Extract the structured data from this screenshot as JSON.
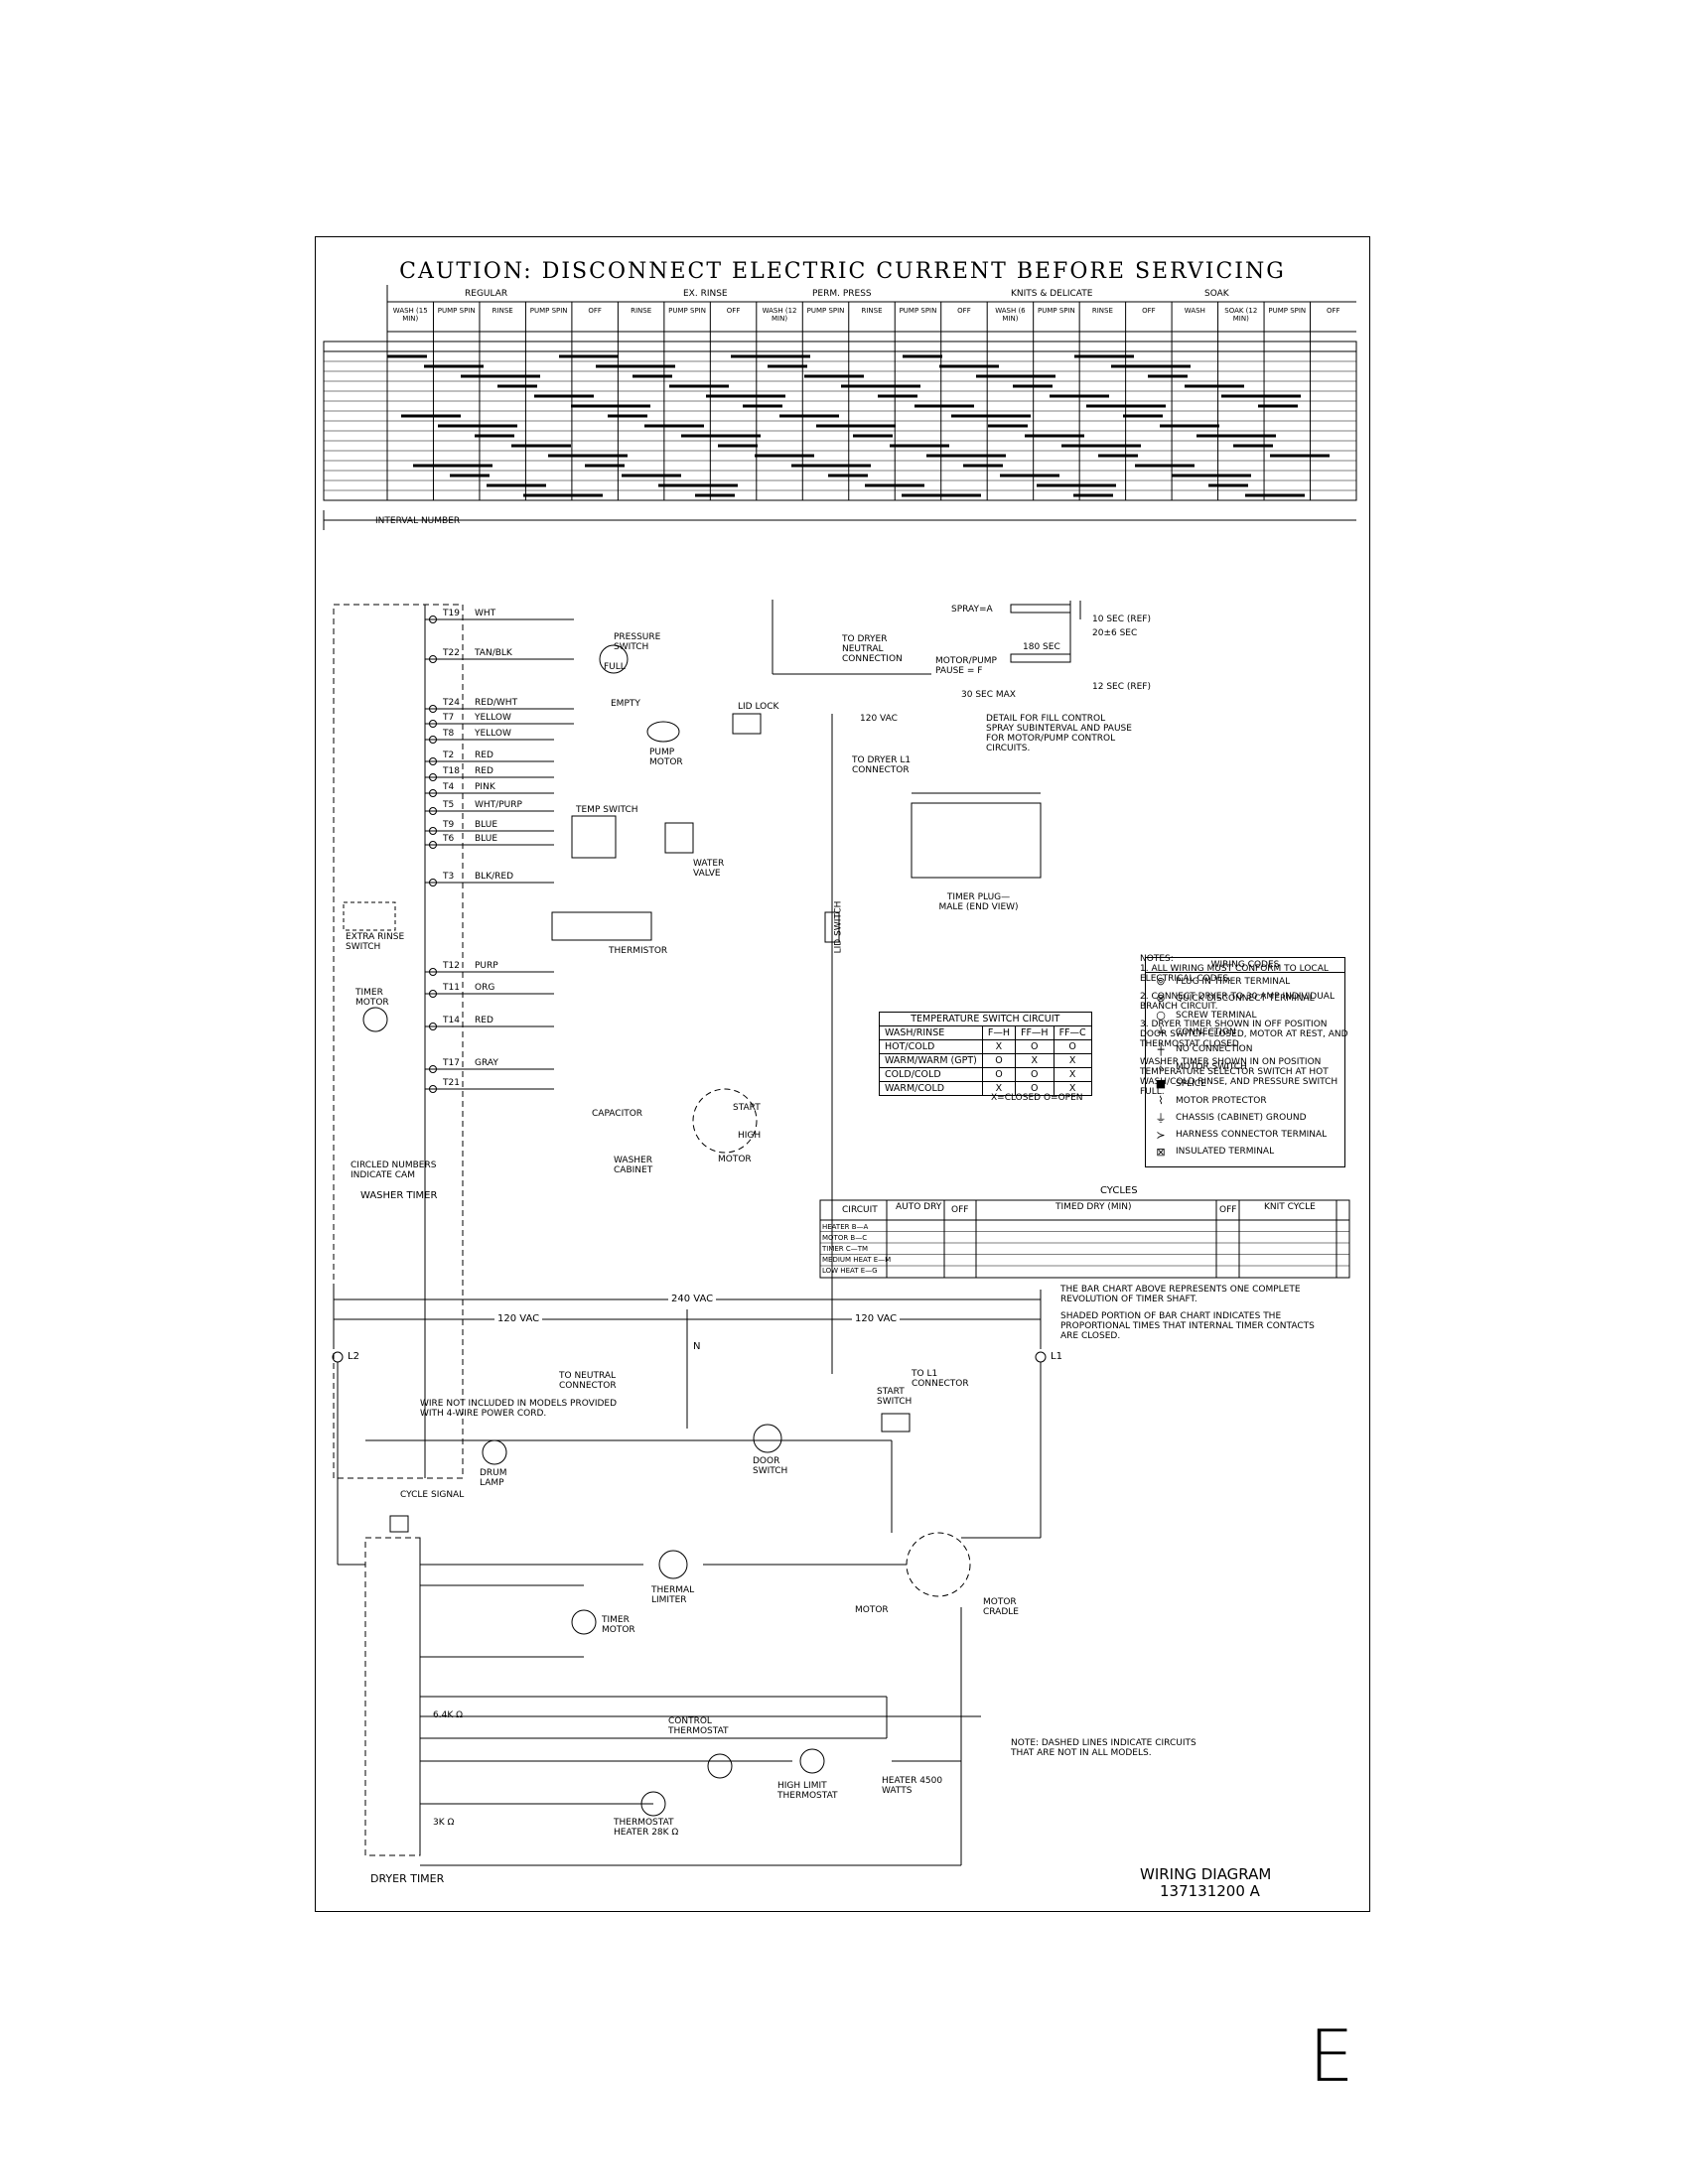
{
  "caution": "CAUTION: DISCONNECT ELECTRIC CURRENT BEFORE SERVICING",
  "washer_chart": {
    "groups": [
      "REGULAR",
      "EX. RINSE",
      "PERM. PRESS",
      "KNITS & DELICATE",
      "SOAK"
    ],
    "steps": [
      "WASH (15 MIN)",
      "PUMP SPIN",
      "RINSE",
      "PUMP SPIN",
      "OFF",
      "RINSE",
      "PUMP SPIN",
      "OFF",
      "WASH (12 MIN)",
      "PUMP SPIN",
      "RINSE",
      "PUMP SPIN",
      "OFF",
      "WASH (6 MIN)",
      "PUMP SPIN",
      "RINSE",
      "OFF",
      "WASH",
      "SOAK (12 MIN)",
      "PUMP SPIN",
      "OFF"
    ],
    "interval_label": "INTERVAL NUMBER"
  },
  "spray_detail": {
    "spray": "SPRAY=A",
    "motor_pump": "MOTOR/PUMP PAUSE = F",
    "t10": "10 SEC (REF)",
    "t20": "20±6 SEC",
    "t180": "180 SEC",
    "t30": "30 SEC MAX",
    "t12": "12 SEC (REF)",
    "caption": "DETAIL FOR FILL CONTROL SPRAY SUBINTERVAL AND PAUSE FOR MOTOR/PUMP CONTROL CIRCUITS."
  },
  "wiring_codes": {
    "title": "WIRING CODES",
    "items": [
      "PLUG IN TIMER TERMINAL",
      "QUICK DISCONNECT TERMINAL",
      "SCREW TERMINAL",
      "CONNECTION",
      "NO CONNECTION",
      "MOTOR SWITCH",
      "SPLICE",
      "MOTOR PROTECTOR",
      "CHASSIS (CABINET) GROUND",
      "HARNESS CONNECTOR TERMINAL",
      "INSULATED TERMINAL"
    ]
  },
  "timer_plug": "TIMER PLUG—MALE (END VIEW)",
  "notes": {
    "head": "NOTES:",
    "n1": "1. ALL WIRING MUST CONFORM TO LOCAL ELECTRICAL CODES.",
    "n2": "2. CONNECT DRYER TO 30 AMP INDIVIDUAL BRANCH CIRCUIT.",
    "n3": "3. DRYER TIMER SHOWN IN OFF POSITION DOOR SWITCH CLOSED, MOTOR AT REST, AND THERMOSTAT CLOSED.",
    "n4": "WASHER TIMER SHOWN IN ON POSITION TEMPERATURE SELECTOR SWITCH AT HOT WASH/COLD RINSE, AND PRESSURE SWITCH FULL."
  },
  "temp_switch": {
    "title": "TEMPERATURE SWITCH CIRCUIT",
    "headers": [
      "WASH/RINSE",
      "F—H",
      "FF—H",
      "FF—C"
    ],
    "rows": [
      [
        "HOT/COLD",
        "X",
        "O",
        "O"
      ],
      [
        "WARM/WARM (GPT)",
        "O",
        "X",
        "X"
      ],
      [
        "COLD/COLD",
        "O",
        "O",
        "X"
      ],
      [
        "WARM/COLD",
        "X",
        "O",
        "X"
      ]
    ],
    "legend": "X=CLOSED     O=OPEN"
  },
  "cycles": {
    "title": "CYCLES",
    "circuit": "CIRCUIT",
    "auto_dry": "AUTO DRY",
    "timed_dry": "TIMED DRY (MIN)",
    "knit": "KNIT CYCLE",
    "off": "OFF",
    "rows": [
      "HEATER  B—A",
      "MOTOR  B—C",
      "TIMER  C—TM",
      "MEDIUM HEAT  E—M",
      "LOW HEAT  E—G"
    ]
  },
  "bar_chart_note1": "THE BAR CHART ABOVE REPRESENTS ONE COMPLETE REVOLUTION OF TIMER SHAFT.",
  "bar_chart_note2": "SHADED PORTION OF BAR CHART INDICATES THE PROPORTIONAL TIMES THAT INTERNAL TIMER CONTACTS ARE CLOSED.",
  "washer": {
    "terminals": [
      "T19",
      "T22",
      "T24",
      "T7",
      "T8",
      "T2",
      "T18",
      "T4",
      "T5",
      "T9",
      "T6",
      "T3",
      "T12",
      "T11",
      "T14",
      "T17",
      "T21"
    ],
    "wires": [
      "WHT",
      "TAN/BLK",
      "RED/WHT",
      "YELLOW",
      "YELLOW",
      "RED",
      "RED",
      "PINK",
      "WHT/PURP",
      "BLUE",
      "BLUE",
      "BLK/RED",
      "PURP",
      "ORG",
      "RED",
      "GRAY"
    ],
    "pressure_switch": "PRESSURE SWITCH",
    "full": "FULL",
    "empty": "EMPTY",
    "lid_lock": "LID LOCK",
    "pump_motor": "PUMP MOTOR",
    "to_dryer_neutral": "TO DRYER NEUTRAL CONNECTION",
    "vac120": "120 VAC",
    "to_dryer_l1": "TO DRYER L1 CONNECTOR",
    "temp_switch": "TEMP SWITCH",
    "water_valve": "WATER VALVE",
    "extra_rinse": "EXTRA RINSE SWITCH",
    "thermistor": "THERMISTOR",
    "timer_motor": "TIMER MOTOR",
    "capacitor": "CAPACITOR",
    "motor": "MOTOR",
    "start": "START",
    "high": "HIGH",
    "cabinet": "WASHER CABINET",
    "circled": "CIRCLED NUMBERS INDICATE CAM",
    "washer_timer": "WASHER TIMER",
    "lid_switch": "LID SWITCH"
  },
  "dryer": {
    "v240": "240 VAC",
    "v120a": "120 VAC",
    "v120b": "120 VAC",
    "l1": "L1",
    "l2": "L2",
    "n": "N",
    "to_neutral": "TO NEUTRAL CONNECTOR",
    "to_l1": "TO L1 CONNECTOR",
    "wire_note": "WIRE NOT INCLUDED IN MODELS PROVIDED WITH 4-WIRE POWER CORD.",
    "cycle_signal": "CYCLE SIGNAL",
    "drum_lamp": "DRUM LAMP",
    "door_switch": "DOOR SWITCH",
    "start_switch": "START SWITCH",
    "thermal_limiter": "THERMAL LIMITER",
    "motor": "MOTOR",
    "motor_cradle": "MOTOR CRADLE",
    "timer_motor": "TIMER MOTOR",
    "control_thermostat": "CONTROL THERMOSTAT",
    "high_limit": "HIGH LIMIT THERMOSTAT",
    "heater": "HEATER 4500 WATTS",
    "thermostat_heater": "THERMOSTAT HEATER 28K Ω",
    "r64": "6.4K Ω",
    "r3": "3K Ω",
    "dryer_timer": "DRYER TIMER",
    "note": "NOTE: DASHED LINES INDICATE CIRCUITS THAT ARE NOT IN ALL MODELS."
  },
  "big_letter": "E",
  "wiring_diagram": "WIRING DIAGRAM",
  "part_number": "137131200  A"
}
